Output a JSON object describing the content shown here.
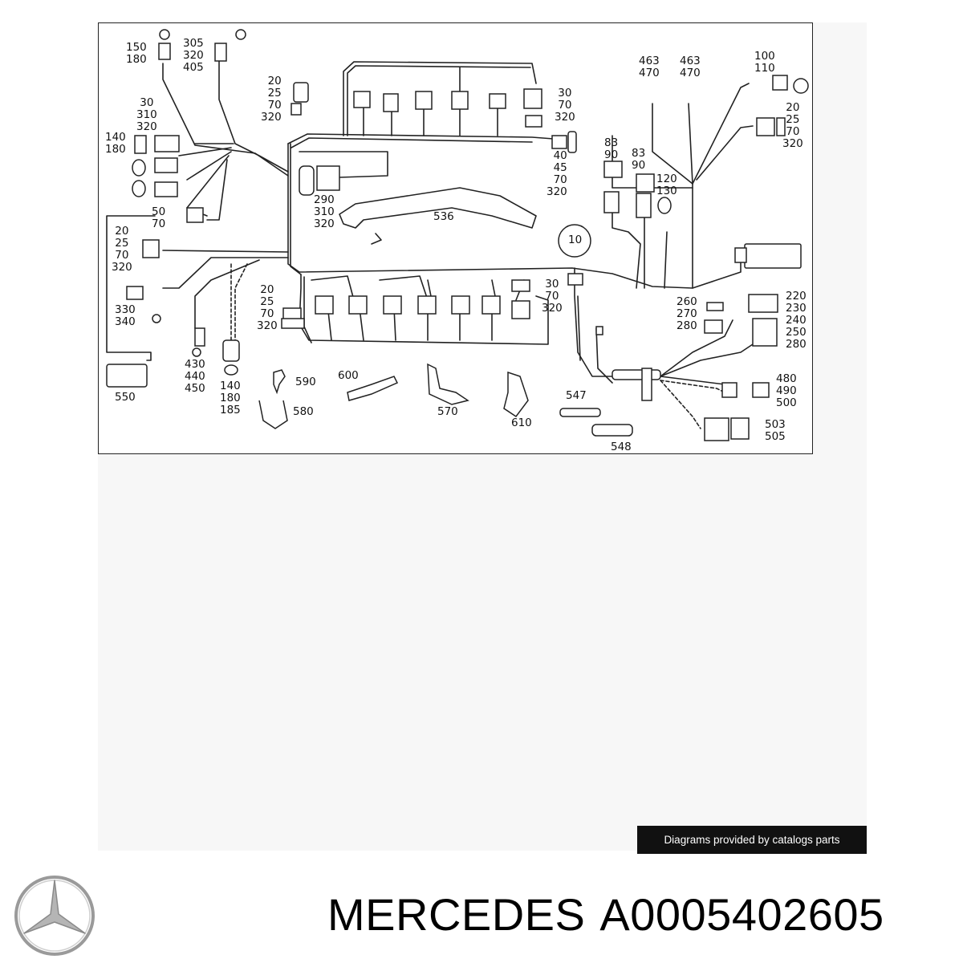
{
  "diagram": {
    "callouts": [
      {
        "id": "c1",
        "lines": [
          "150",
          "180"
        ]
      },
      {
        "id": "c2",
        "lines": [
          "305",
          "320",
          "405"
        ]
      },
      {
        "id": "c3",
        "lines": [
          "20",
          "25",
          "70",
          "320"
        ]
      },
      {
        "id": "c4",
        "lines": [
          "30",
          "70",
          "320"
        ]
      },
      {
        "id": "c5",
        "lines": [
          "463",
          "470"
        ]
      },
      {
        "id": "c6",
        "lines": [
          "463",
          "470"
        ]
      },
      {
        "id": "c7",
        "lines": [
          "100",
          "110"
        ]
      },
      {
        "id": "c8",
        "lines": [
          "30",
          "310",
          "320"
        ]
      },
      {
        "id": "c9",
        "lines": [
          "140",
          "180"
        ]
      },
      {
        "id": "c10",
        "lines": [
          "20",
          "25",
          "70",
          "320"
        ]
      },
      {
        "id": "c11",
        "lines": [
          "83",
          "90"
        ]
      },
      {
        "id": "c12",
        "lines": [
          "83",
          "90"
        ]
      },
      {
        "id": "c13",
        "lines": [
          "40",
          "45",
          "70",
          "320"
        ]
      },
      {
        "id": "c14",
        "lines": [
          "120",
          "130"
        ]
      },
      {
        "id": "c15",
        "lines": [
          "290",
          "310",
          "320"
        ]
      },
      {
        "id": "c16",
        "lines": [
          "536"
        ]
      },
      {
        "id": "c17",
        "lines": [
          "50",
          "70"
        ]
      },
      {
        "id": "c18",
        "lines": [
          "20",
          "25",
          "70",
          "320"
        ]
      },
      {
        "id": "c19",
        "lines": [
          "10"
        ]
      },
      {
        "id": "c20",
        "lines": [
          "330",
          "340"
        ]
      },
      {
        "id": "c21",
        "lines": [
          "20",
          "25",
          "70",
          "320"
        ]
      },
      {
        "id": "c22",
        "lines": [
          "30",
          "70",
          "320"
        ]
      },
      {
        "id": "c23",
        "lines": [
          "220",
          "230",
          "240",
          "250",
          "280"
        ]
      },
      {
        "id": "c24",
        "lines": [
          "260",
          "270",
          "280"
        ]
      },
      {
        "id": "c25",
        "lines": [
          "430",
          "440",
          "450"
        ]
      },
      {
        "id": "c26",
        "lines": [
          "140",
          "180",
          "185"
        ]
      },
      {
        "id": "c27",
        "lines": [
          "550"
        ]
      },
      {
        "id": "c28",
        "lines": [
          "590"
        ]
      },
      {
        "id": "c29",
        "lines": [
          "580"
        ]
      },
      {
        "id": "c30",
        "lines": [
          "600"
        ]
      },
      {
        "id": "c31",
        "lines": [
          "570"
        ]
      },
      {
        "id": "c32",
        "lines": [
          "610"
        ]
      },
      {
        "id": "c33",
        "lines": [
          "547"
        ]
      },
      {
        "id": "c34",
        "lines": [
          "548"
        ]
      },
      {
        "id": "c35",
        "lines": [
          "480",
          "490",
          "500"
        ]
      },
      {
        "id": "c36",
        "lines": [
          "503",
          "505"
        ]
      }
    ]
  },
  "credit": "Diagrams provided by catalogs parts",
  "brand": {
    "name": "MERCEDES",
    "part_number": "A0005402605",
    "logo": "mercedes-star-icon"
  },
  "colors": {
    "line": "#222222",
    "credit_bg": "#111111",
    "credit_text": "#ffffff",
    "logo": "#9a9a9a"
  }
}
